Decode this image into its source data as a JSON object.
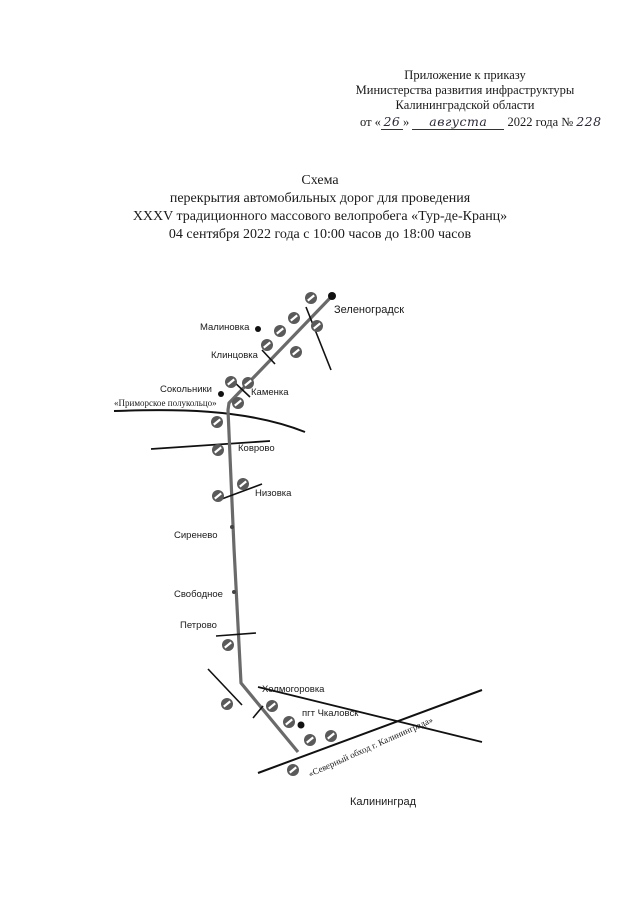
{
  "appendix": {
    "line1": "Приложение к приказу",
    "line2": "Министерства развития инфраструктуры",
    "line3": "Калининградской области",
    "order_prefix": "от «",
    "order_day": "26",
    "order_mid": "»",
    "order_month": "августа",
    "order_year": "2022 года №",
    "order_number": "228"
  },
  "title": {
    "line1": "Схема",
    "line2": "перекрытия автомобильных дорог для проведения",
    "line3": "XXXV традиционного массового велопробега «Тур-де-Кранц»",
    "line4": "04 сентября 2022 года с 10:00 часов до 18:00 часов"
  },
  "map": {
    "places": {
      "zelenogradsk": "Зеленоградск",
      "malinovka": "Малиновка",
      "klintsovka": "Клинцовка",
      "sokolniki": "Сокольники",
      "kamenka": "Каменка",
      "primorskoe": "«Приморское полукольцо»",
      "kovrovo": "Коврово",
      "nizovka": "Низовка",
      "sirenevo": "Сиренево",
      "svobodnoe": "Свободное",
      "petrovo": "Петрово",
      "kholmogorovka": "Холмогоровка",
      "chkalovsk": "пгт Чкаловск",
      "severny": "«Северный обход г. Калининграда»",
      "kaliningrad": "Калининград"
    },
    "colors": {
      "route": "#6a6a6a",
      "road": "#111111",
      "sign": "#555555"
    },
    "sign_icon": "no-entry-sign-icon"
  }
}
